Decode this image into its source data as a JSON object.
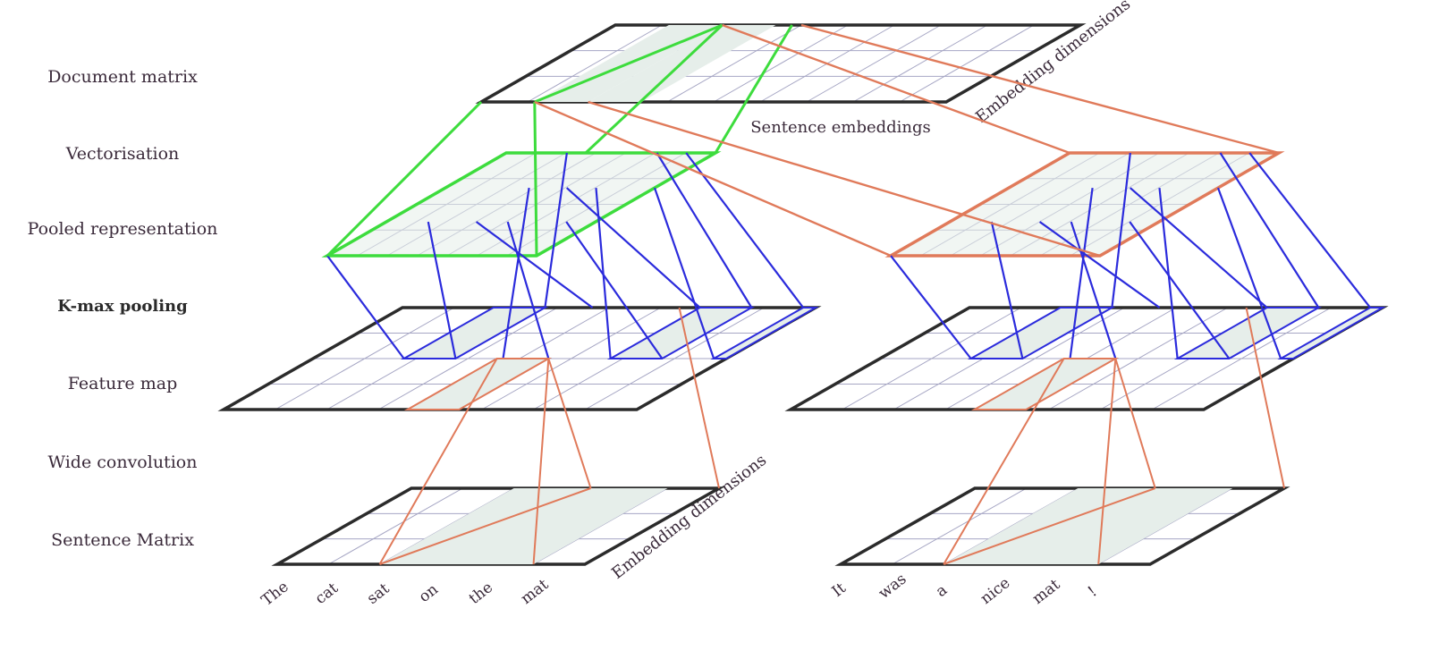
{
  "row_labels": {
    "document_matrix": "Document matrix",
    "vectorisation": "Vectorisation",
    "pooled_representation": "Pooled representation",
    "kmax_pooling": "K-max pooling",
    "feature_map": "Feature map",
    "wide_convolution": "Wide convolution",
    "sentence_matrix": "Sentence Matrix"
  },
  "annotations": {
    "sentence_embeddings": "Sentence embeddings",
    "embedding_dimensions_top": "Embedding dimensions",
    "embedding_dimensions_bottom": "Embedding dimensions"
  },
  "sentence_left": {
    "words": [
      "The",
      "cat",
      "sat",
      "on",
      "the",
      "mat"
    ]
  },
  "sentence_right": {
    "words": [
      "It",
      "was",
      "a",
      "nice",
      "mat",
      "!"
    ]
  },
  "colors": {
    "frame": "#2b2b2b",
    "grid": "#a6a6c4",
    "fill": "#e6eeea",
    "green": "#3ddc3d",
    "orange": "#e07a5a",
    "blue": "#2b2bdc"
  }
}
